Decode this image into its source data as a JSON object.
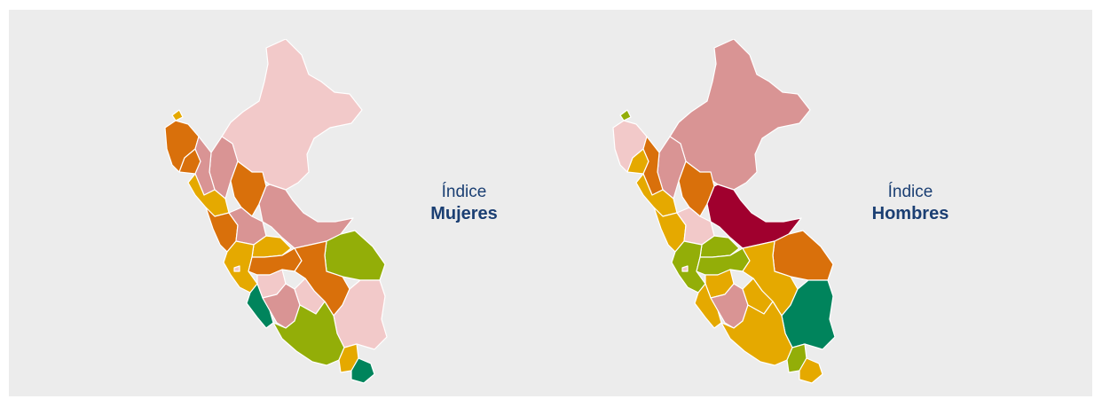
{
  "colors": {
    "background": "#ececec",
    "light_pink": "#f2c9c9",
    "rose": "#d99494",
    "orange": "#d9700b",
    "amber": "#e5a900",
    "olive_green": "#93ae08",
    "teal_green": "#00845c",
    "crimson": "#a0002e",
    "title_blue": "#1b3f73"
  },
  "maps": [
    {
      "id": "mujeres",
      "caption_line1": "Índice",
      "caption_line2": "Mujeres"
    },
    {
      "id": "hombres",
      "caption_line1": "Índice",
      "caption_line2": "Hombres"
    }
  ]
}
